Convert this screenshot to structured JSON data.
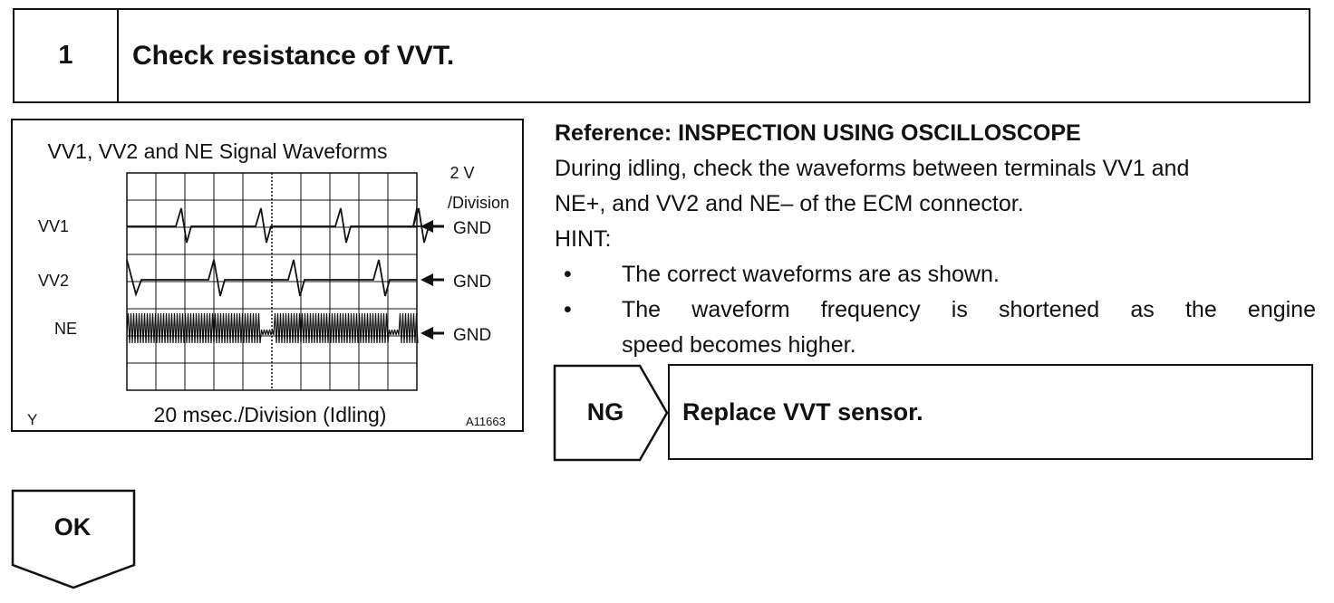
{
  "step": {
    "number": "1",
    "title": "Check resistance of VVT."
  },
  "figure": {
    "title": "VV1, VV2 and NE Signal Waveforms",
    "scale_line1": "2 V",
    "scale_line2": "/Division",
    "channels": [
      {
        "label": "VV1",
        "ground": "GND"
      },
      {
        "label": "VV2",
        "ground": "GND"
      },
      {
        "label": "NE",
        "ground": "GND"
      }
    ],
    "corner_label": "Y",
    "time_base": "20 msec./Division (Idling)",
    "figure_id": "A11663"
  },
  "reference": {
    "heading": "Reference: INSPECTION USING OSCILLOSCOPE",
    "line1": "During idling, check the waveforms between terminals VV1 and",
    "line2": "NE+, and VV2 and NE– of the ECM connector.",
    "hint_label": "HINT:",
    "bullets": [
      "The correct waveforms are as shown.",
      "The waveform frequency is shortened as the engine",
      "speed becomes higher."
    ],
    "bullet_symbol": "•"
  },
  "results": {
    "ng_label": "NG",
    "ng_action": "Replace VVT sensor.",
    "ok_label": "OK"
  }
}
